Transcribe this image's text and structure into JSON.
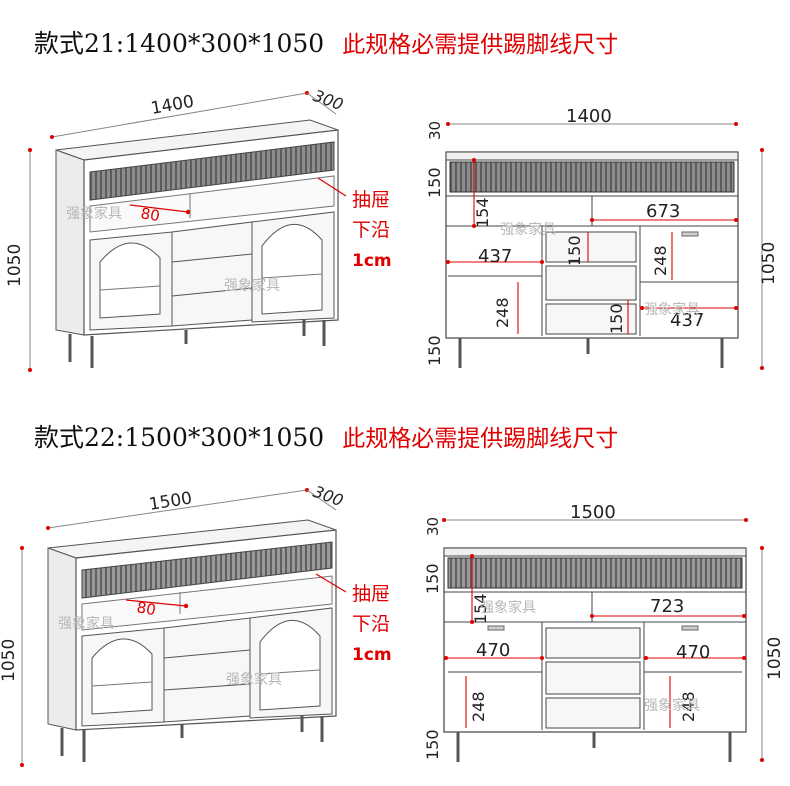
{
  "sections": [
    {
      "model": "款式21:1400*300*1050",
      "note": "此规格必需提供踢脚线尺寸",
      "iso": {
        "width": "1400",
        "depth": "300",
        "height": "1050",
        "gap": "80",
        "callout": [
          "抽屉",
          "下沿",
          "1cm"
        ],
        "watermark": "强象家具"
      },
      "front": {
        "width": "1400",
        "top": "30",
        "drawer_h": "150",
        "compartment_h": "154",
        "top_right_w": "673",
        "left_w": "437",
        "right_w": "437",
        "mid_drawer_top": "150",
        "right_upper_h": "248",
        "left_lower_h": "248",
        "mid_drawer_bottom": "150",
        "leg_h": "150",
        "height": "1050",
        "watermark": "强象家具"
      }
    },
    {
      "model": "款式22:1500*300*1050",
      "note": "此规格必需提供踢脚线尺寸",
      "iso": {
        "width": "1500",
        "depth": "300",
        "height": "1050",
        "gap": "80",
        "callout": [
          "抽屉",
          "下沿",
          "1cm"
        ],
        "watermark": "强象家具"
      },
      "front": {
        "width": "1500",
        "top": "30",
        "drawer_h": "150",
        "compartment_h": "154",
        "top_right_w": "723",
        "left_w": "470",
        "right_w": "470",
        "left_lower_h": "248",
        "right_lower_h": "248",
        "leg_h": "150",
        "height": "1050",
        "watermark": "强象家具"
      }
    }
  ]
}
